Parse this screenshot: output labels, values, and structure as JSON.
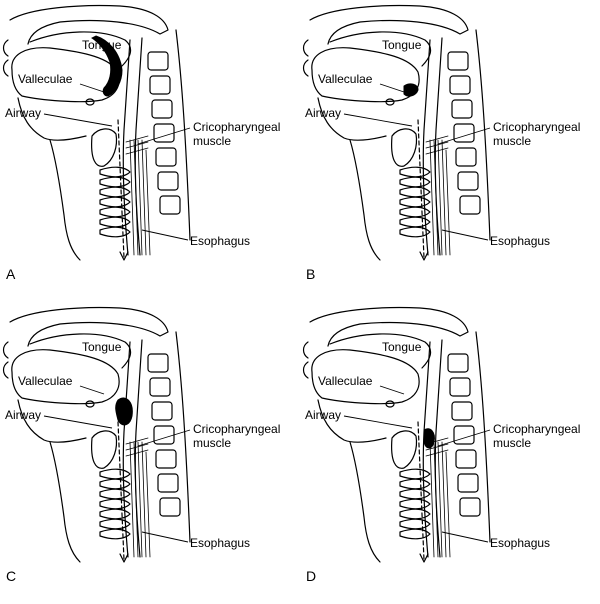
{
  "panels": [
    {
      "plate": "A",
      "labels": {
        "tongue": "Tongue",
        "valleculae": "Valleculae",
        "airway": "Airway",
        "cricopharyngeal": "Cricopharyngeal\nmuscle",
        "esophagus": "Esophagus"
      }
    },
    {
      "plate": "B",
      "labels": {
        "tongue": "Tongue",
        "valleculae": "Valleculae",
        "airway": "Airway",
        "cricopharyngeal": "Cricopharyngeal\nmuscle",
        "esophagus": "Esophagus"
      }
    },
    {
      "plate": "C",
      "labels": {
        "tongue": "Tongue",
        "valleculae": "Valleculae",
        "airway": "Airway",
        "cricopharyngeal": "Cricopharyngeal\nmuscle",
        "esophagus": "Esophagus"
      }
    },
    {
      "plate": "D",
      "labels": {
        "tongue": "Tongue",
        "valleculae": "Valleculae",
        "airway": "Airway",
        "cricopharyngeal": "Cricopharyngeal\nmuscle",
        "esophagus": "Esophagus"
      }
    }
  ],
  "colors": {
    "ink": "#000000",
    "paper": "#ffffff"
  }
}
